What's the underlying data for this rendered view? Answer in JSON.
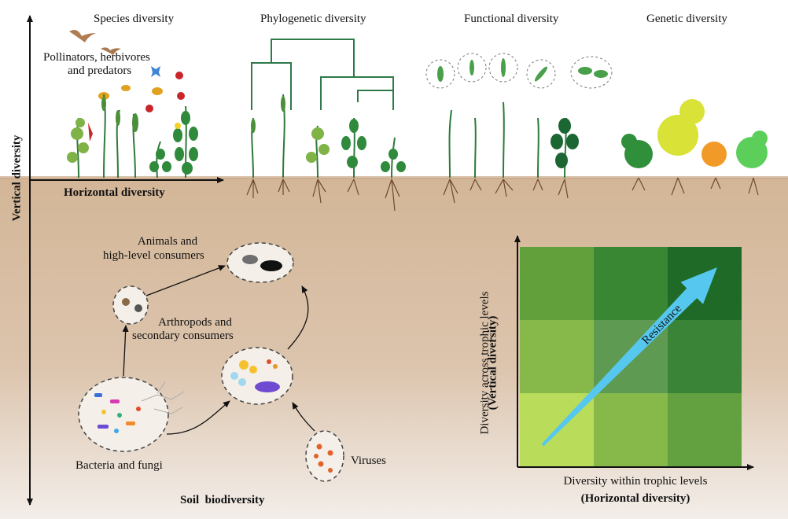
{
  "aboveground": {
    "panels": [
      {
        "title": "Species diversity"
      },
      {
        "title": "Phylogenetic diversity"
      },
      {
        "title": "Functional diversity"
      },
      {
        "title": "Genetic diversity"
      }
    ],
    "fauna_label_line1": "Pollinators, herbivores",
    "fauna_label_line2": "and predators"
  },
  "axes": {
    "vertical": "Vertical diversity",
    "horizontal": "Horizontal diversity"
  },
  "soil": {
    "title": "Soil  biodiversity",
    "animals_line1": "Animals and",
    "animals_line2": "high-level consumers",
    "arthropods_line1": "Arthropods and",
    "arthropods_line2": "secondary consumers",
    "bacteria_fungi": "Bacteria and fungi",
    "viruses": "Viruses"
  },
  "chart_data": {
    "type": "heatmap",
    "xlabel_line1": "Diversity within trophic levels",
    "xlabel_line2": "(Horizontal diversity)",
    "ylabel_line1": "Diversity across trophic levels",
    "ylabel_line2": "(Vertical diversity)",
    "arrow_label": "Resistance",
    "grid_rows": 3,
    "grid_cols": 3,
    "cell_colors": [
      [
        "#62a03b",
        "#3a8733",
        "#1f6a26"
      ],
      [
        "#86b94a",
        "#5f9a52",
        "#3a8438"
      ],
      [
        "#b9dc5a",
        "#86b94a",
        "#63a140"
      ]
    ],
    "arrow_color": "#56c8ef"
  },
  "colors": {
    "soil_top": "#d4b79a",
    "soil_bottom": "#f1ebe5",
    "plant_dark": "#1e6b3a",
    "plant_mid": "#3f9a4a",
    "root": "#6b4a2e"
  }
}
